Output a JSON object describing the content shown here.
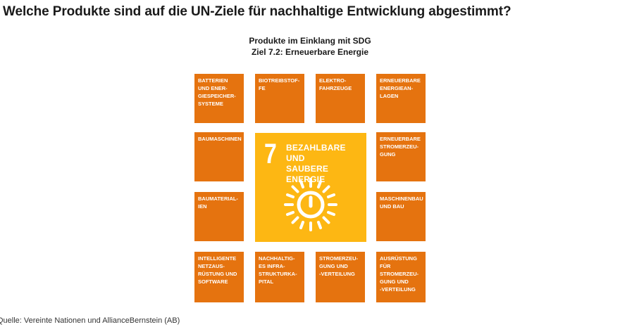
{
  "headline": "Welche Produkte sind auf die UN-Ziele für nachhaltige Entwicklung abgestimmt?",
  "subtitle": {
    "line1": "Produkte im Einklang mit SDG",
    "line2": "Ziel 7.2: Erneuerbare Energie"
  },
  "center": {
    "number": "7",
    "title": "BEZAHLBARE UND\nSAUBERE ENERGIE",
    "icon": "power-sun-icon"
  },
  "tiles": {
    "r1c1": "BATTERIEN\nUND ENER-\nGIESPEICHER-\nSYSTEME",
    "r1c2": "BIOTREIBSTOF-\nFE",
    "r1c3": "ELEKTRO-\nFAHRZEUGE",
    "r1c4": "ERNEUERBARE\nENERGIEAN-\nLAGEN",
    "r2c1": "BAUMASCHINEN",
    "r2c4": "ERNEUERBARE\nSTROMERZEU-\nGUNG",
    "r3c1": "BAUMATERIAL-\nIEN",
    "r3c4": "MASCHINENBAU\nUND BAU",
    "r4c1": "INTELLIGENTE\nNETZAUS-\nRÜSTUNG UND\nSOFTWARE",
    "r4c2": "NACHHALTIG-\nES INFRA-\nSTRUKTURKA-\nPITAL",
    "r4c3": "STROMERZEU-\nGUNG UND\n-VERTEILUNG",
    "r4c4": "AUSRÜSTUNG\nFÜR\nSTROMERZEU-\nGUNG UND\n-VERTEILUNG"
  },
  "colors": {
    "tile": "#E5730F",
    "goal": "#FDB713",
    "text_on_tile": "#FFFFFF"
  },
  "source": "Quelle: Vereinte Nationen und AllianceBernstein (AB)"
}
